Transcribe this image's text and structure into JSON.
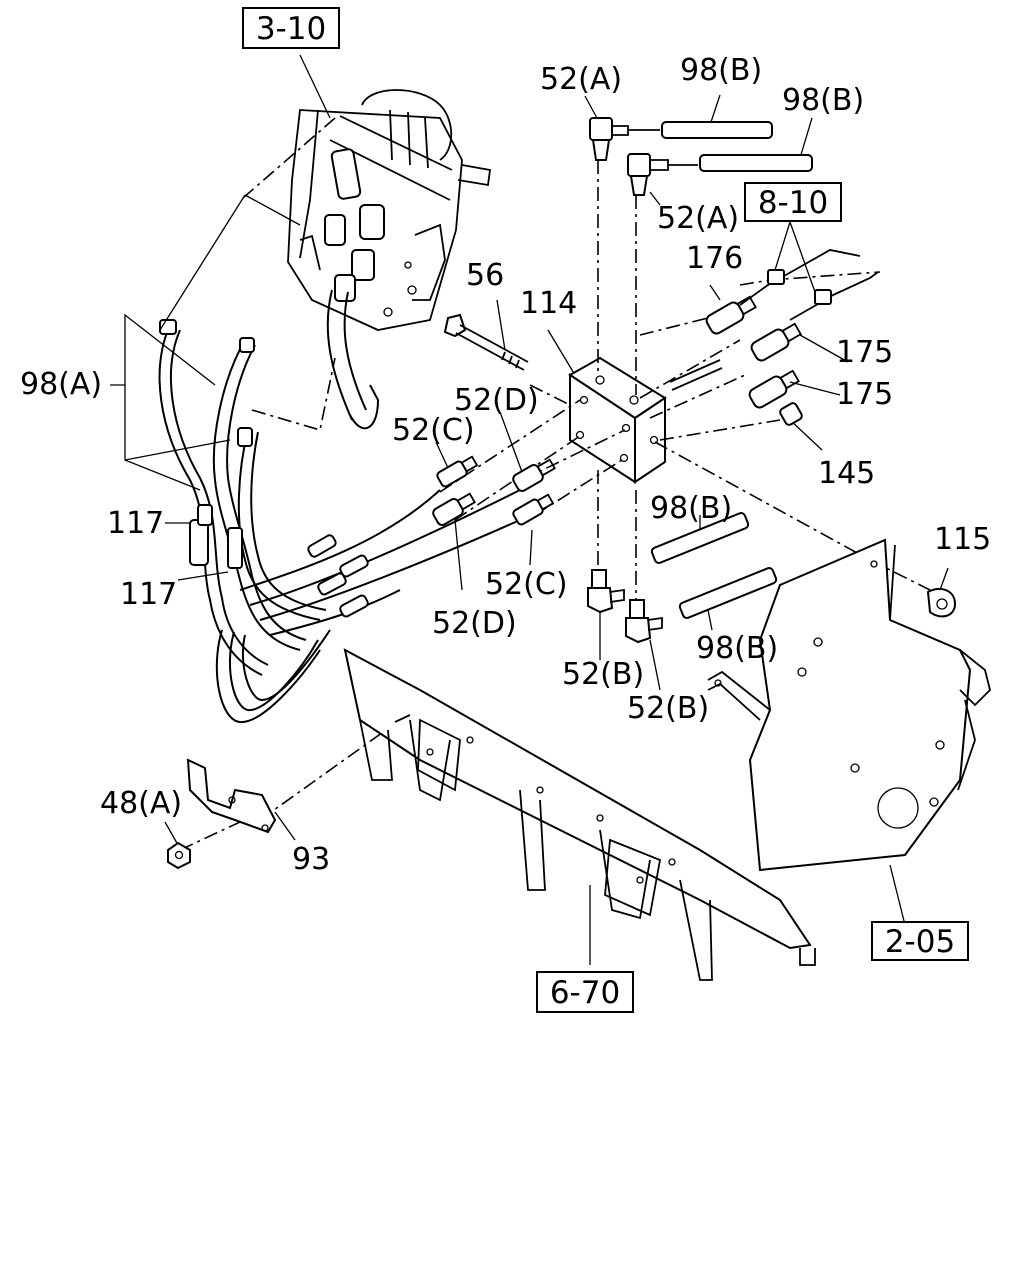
{
  "diagram": {
    "ref_boxes": {
      "valve": "3-10",
      "switch": "8-10",
      "bracket": "2-05",
      "frame": "6-70"
    },
    "callouts": {
      "c52a_top": "52(A)",
      "c98b_top1": "98(B)",
      "c98b_top2": "98(B)",
      "c52a_mid": "52(A)",
      "c176": "176",
      "c56": "56",
      "c114": "114",
      "c98a": "98(A)",
      "c175a": "175",
      "c175b": "175",
      "c52d_top": "52(D)",
      "c52c_top": "52(C)",
      "c145": "145",
      "c117a": "117",
      "c117b": "117",
      "c98b_mid1": "98(B)",
      "c52c_bot": "52(C)",
      "c52d_bot": "52(D)",
      "c115": "115",
      "c98b_mid2": "98(B)",
      "c52b_left": "52(B)",
      "c52b_right": "52(B)",
      "c48a": "48(A)",
      "c93": "93"
    }
  }
}
